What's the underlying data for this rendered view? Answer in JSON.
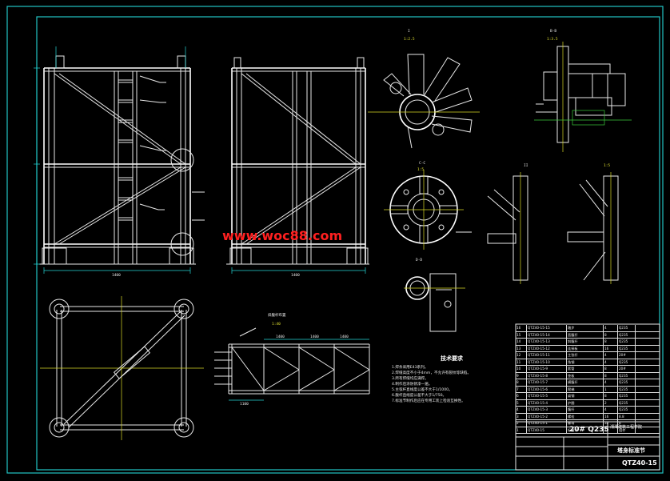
{
  "watermark": "www.woc88.com",
  "views": {
    "section_b_label": "B-B",
    "section_b_scale": "1:3.5",
    "detail_top_label": "I",
    "detail_top_scale": "1:2.5",
    "section_c_label": "C-C",
    "section_c_scale": "1:5",
    "section_d_label": "D-D",
    "detail_ii_scale": "1:5",
    "plan_label": "1:40"
  },
  "dimensions": {
    "frame1_width": "1400",
    "frame2_width": "1400",
    "plan_span_1": "1400",
    "plan_span_2": "1400",
    "plan_span_3": "1400",
    "plan_left": "1100"
  },
  "notes": {
    "heading": "技术要求",
    "lines": [
      "1.焊条采用E43系列。",
      "2.焊缝高度不小于4mm，不允许有裂纹等缺陷。",
      "3.所有焊缝均应满焊。",
      "4.制作后涂防锈漆一遍。",
      "5.主弦杆直线度公差不大于1/1000。",
      "6.腹杆直线度公差不大于1/750。",
      "7.标准节制作后应在专用工装上检验互换性。"
    ]
  },
  "title_block": {
    "material": "20# Q235",
    "part_name": "塔身标准节",
    "drawing_no": "QTZ40-15",
    "school": "湘潭建筑工程学院"
  },
  "bom_rows": [
    [
      "16",
      "QTZ40-15-15",
      "踏步",
      "4",
      "Q235"
    ],
    [
      "15",
      "QTZ40-15-14",
      "直腹杆",
      "8",
      "Q235"
    ],
    [
      "14",
      "QTZ40-15-13",
      "斜腹杆",
      "8",
      "Q235"
    ],
    [
      "13",
      "QTZ40-15-12",
      "连接板",
      "16",
      "Q235"
    ],
    [
      "12",
      "QTZ40-15-11",
      "主弦杆",
      "4",
      "20#"
    ],
    [
      "11",
      "QTZ40-15-10",
      "角钢",
      "4",
      "Q235"
    ],
    [
      "10",
      "QTZ40-15-9",
      "套管",
      "8",
      "20#"
    ],
    [
      "9",
      "QTZ40-15-8",
      "垫板",
      "8",
      "Q235"
    ],
    [
      "8",
      "QTZ40-15-7",
      "横腹杆",
      "4",
      "Q235"
    ],
    [
      "7",
      "QTZ40-15-6",
      "爬梯",
      "1",
      "Q235"
    ],
    [
      "6",
      "QTZ40-15-5",
      "扁钢",
      "8",
      "Q235"
    ],
    [
      "5",
      "QTZ40-15-4",
      "护圈",
      "2",
      "Q235"
    ],
    [
      "4",
      "QTZ40-15-3",
      "腹杆",
      "4",
      "Q235"
    ],
    [
      "3",
      "QTZ40-15-2",
      "螺栓",
      "16",
      "8.8"
    ],
    [
      "2",
      "QTZ40-15-1",
      "螺母",
      "32",
      "8"
    ],
    [
      "1",
      "QTZ40-15",
      "标准节",
      "1",
      "组件"
    ]
  ]
}
